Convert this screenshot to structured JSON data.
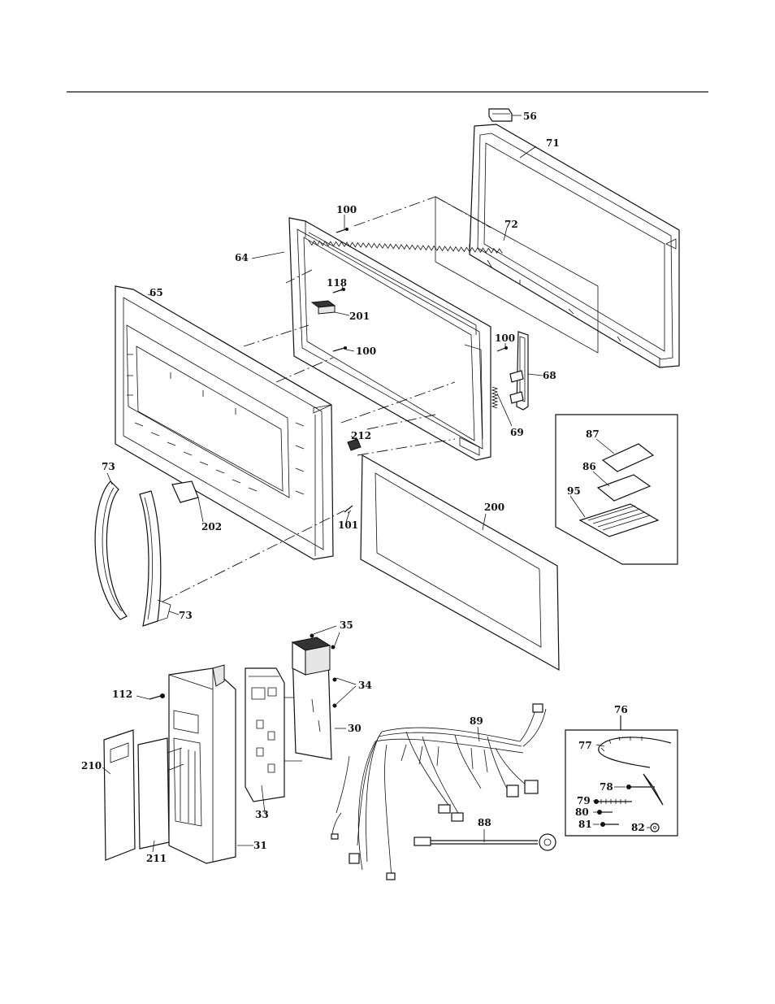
{
  "callouts": {
    "p56": "56",
    "p71": "71",
    "p72": "72",
    "p100a": "100",
    "p64": "64",
    "p118": "118",
    "p201": "201",
    "p65": "65",
    "p100b": "100",
    "p100c": "100",
    "p68": "68",
    "p69": "69",
    "p212": "212",
    "p87": "87",
    "p86": "86",
    "p95": "95",
    "p73a": "73",
    "p202": "202",
    "p101": "101",
    "p200": "200",
    "p73b": "73",
    "p35": "35",
    "p34": "34",
    "p112": "112",
    "p30": "30",
    "p89": "89",
    "p76": "76",
    "p77": "77",
    "p210": "210",
    "p78": "78",
    "p79": "79",
    "p80": "80",
    "p81": "81",
    "p82": "82",
    "p33": "33",
    "p88": "88",
    "p211": "211",
    "p31": "31"
  }
}
